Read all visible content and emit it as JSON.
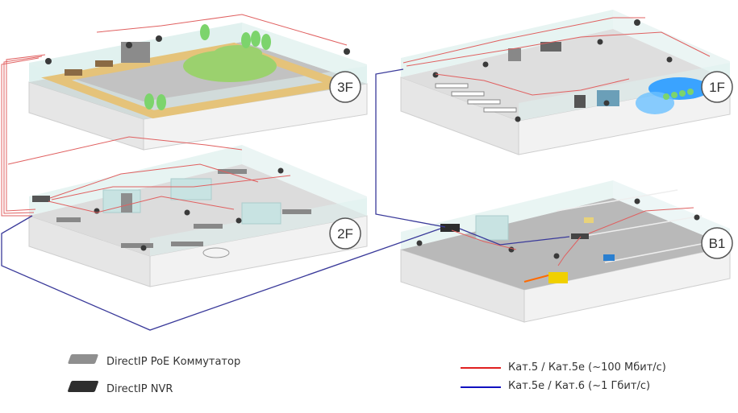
{
  "floors": {
    "f3": {
      "label": "3F"
    },
    "f2": {
      "label": "2F"
    },
    "f1": {
      "label": "1F"
    },
    "b1": {
      "label": "B1"
    }
  },
  "legend": {
    "devices": [
      {
        "label": "DirectIP PoE Коммутатор",
        "icon": "poe-switch-icon",
        "color": "#8a8a8a"
      },
      {
        "label": "DirectIP NVR",
        "icon": "nvr-icon",
        "color": "#333333"
      }
    ],
    "cables": [
      {
        "label": "Кат.5 / Кат.5e (~100  Мбит/с)",
        "color": "#e02020"
      },
      {
        "label": "Кат.5e / Кат.6 (~1 Гбит/с)",
        "color": "#1010c0"
      }
    ]
  },
  "colors": {
    "cat5": "#e05050",
    "cat6": "#3a3a9a",
    "glass": "#cfe8e6",
    "floor": "#b8b8b8",
    "slab": "#e4e4e4",
    "water": "#3aa3ff",
    "tree": "#7cd46c"
  }
}
